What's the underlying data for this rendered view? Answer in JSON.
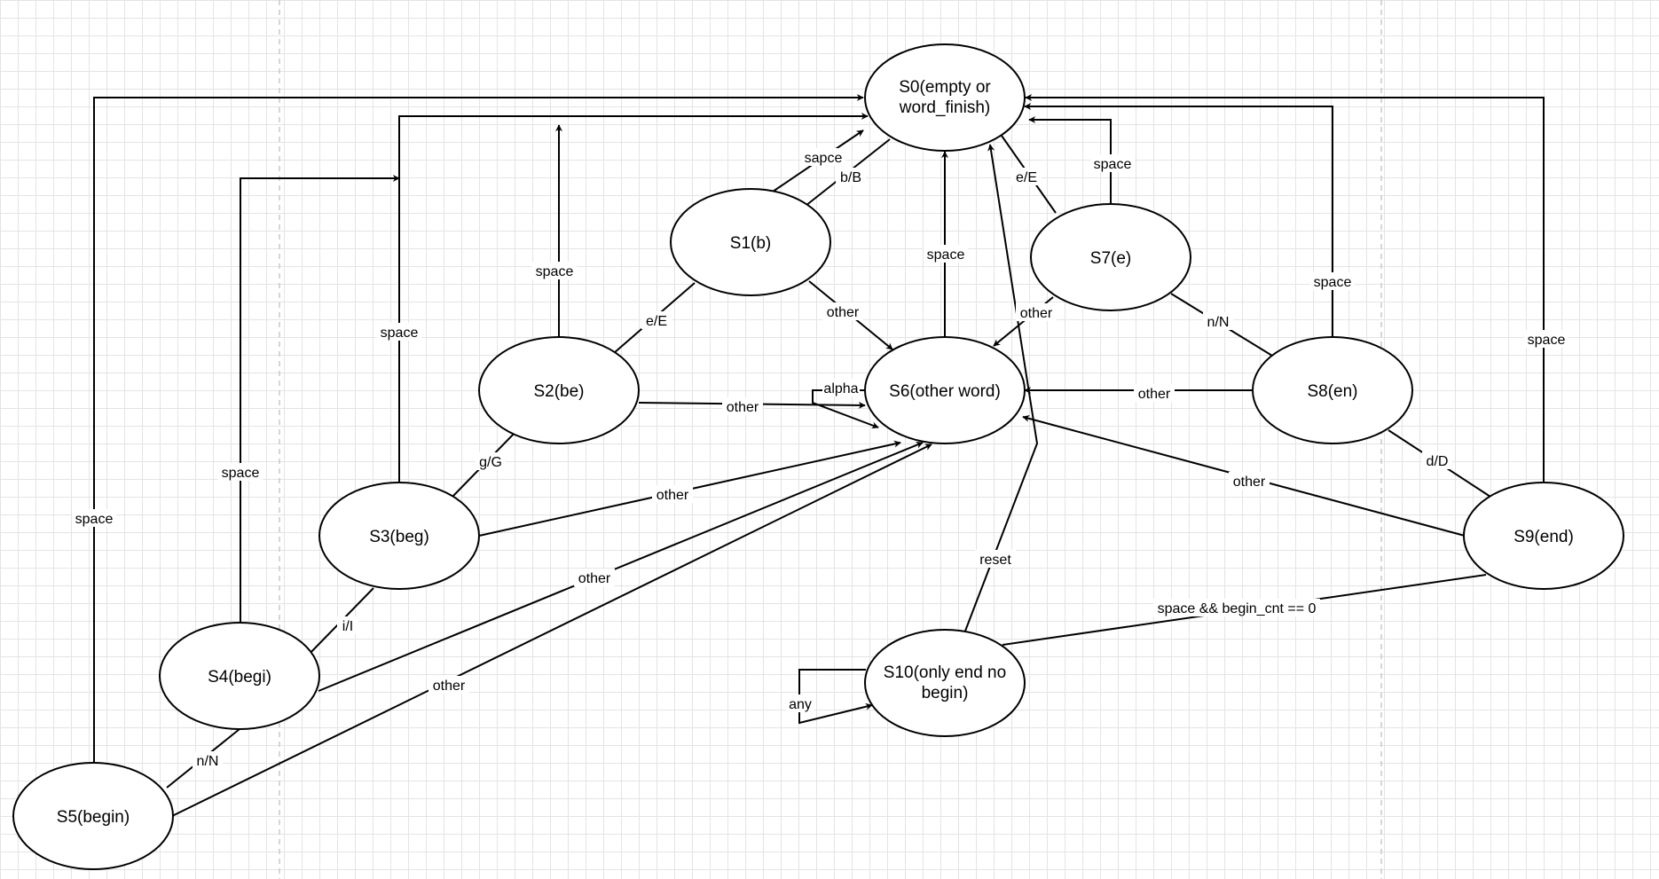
{
  "nodes": {
    "s0": {
      "lines": [
        "S0(empty or",
        "word_finish)"
      ]
    },
    "s1": {
      "lines": [
        "S1(b)"
      ]
    },
    "s2": {
      "lines": [
        "S2(be)"
      ]
    },
    "s3": {
      "lines": [
        "S3(beg)"
      ]
    },
    "s4": {
      "lines": [
        "S4(begi)"
      ]
    },
    "s5": {
      "lines": [
        "S5(begin)"
      ]
    },
    "s6": {
      "lines": [
        "S6(other word)"
      ]
    },
    "s7": {
      "lines": [
        "S7(e)"
      ]
    },
    "s8": {
      "lines": [
        "S8(en)"
      ]
    },
    "s9": {
      "lines": [
        "S9(end)"
      ]
    },
    "s10": {
      "lines": [
        "S10(only end no",
        "begin)"
      ]
    }
  },
  "edge_labels": {
    "s1_s0_space": "sapce",
    "s0_s1_b": "b/B",
    "s2_s0_space": "space",
    "s3_s0_space": "space",
    "s4_s0_space": "space",
    "s5_s0_space": "space",
    "s6_s0_space": "space",
    "s7_s0_space": "space",
    "s8_s0_space": "space",
    "s9_s0_space": "space",
    "s0_s7_e": "e/E",
    "s1_s2_e": "e/E",
    "s2_s3_g": "g/G",
    "s3_s4_i": "i/I",
    "s4_s5_n": "n/N",
    "s7_s8_n": "n/N",
    "s8_s9_d": "d/D",
    "s1_s6_other": "other",
    "s2_s6_other": "other",
    "s3_s6_other": "other",
    "s4_s6_other": "other",
    "s5_s6_other": "other",
    "s7_s6_other": "other",
    "s8_s6_other": "other",
    "s9_s6_other": "other",
    "s6_self_alpha": "alpha",
    "s9_s10": "space && begin_cnt == 0",
    "s10_s0_reset": "reset",
    "s10_self_any": "any"
  }
}
